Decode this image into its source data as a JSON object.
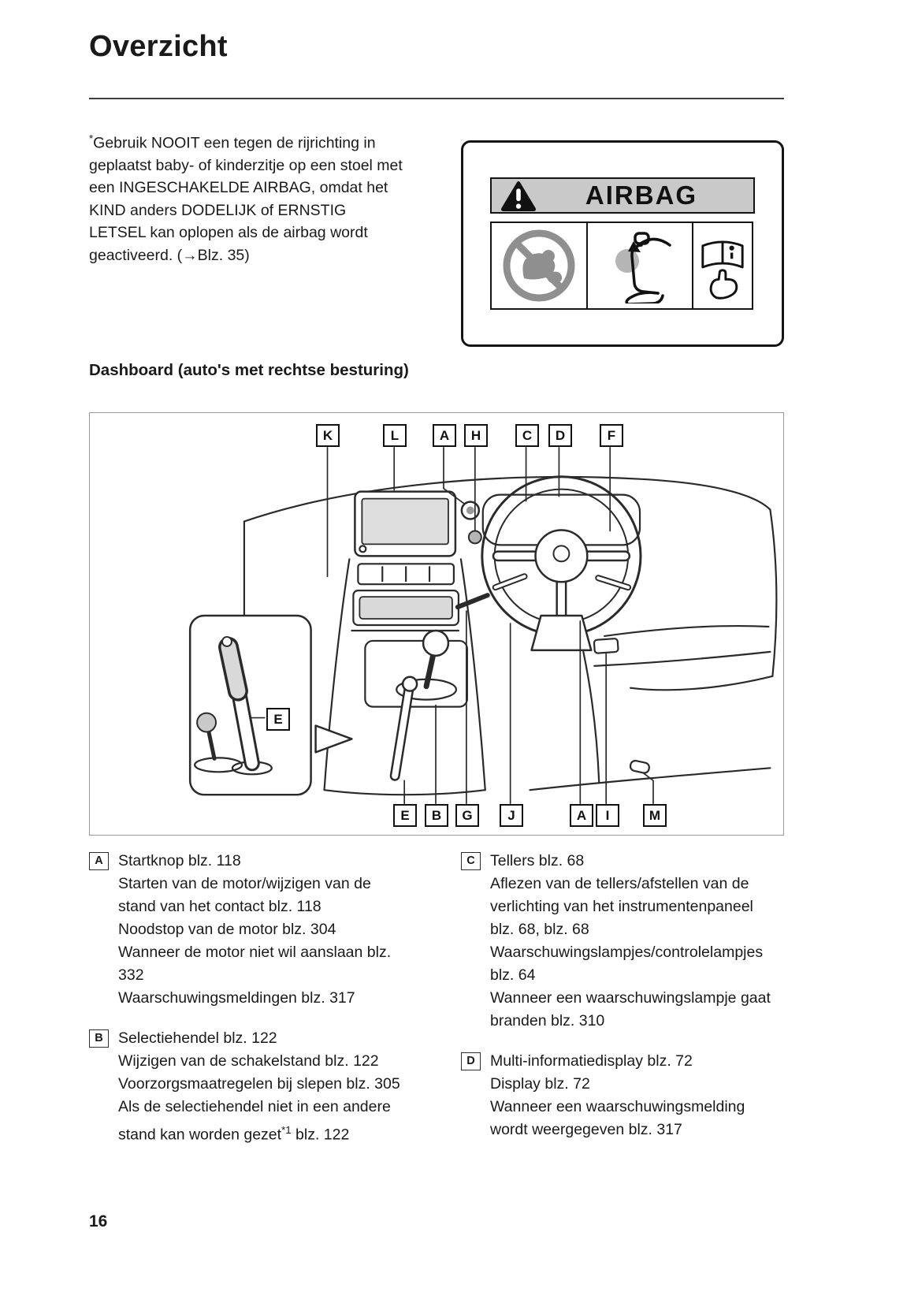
{
  "page": {
    "title": "Overzicht",
    "number": "16"
  },
  "intro": {
    "sup": "*",
    "text": "Gebruik NOOIT een tegen de rijrichting in geplaatst baby- of kinderzitje op een stoel met een INGESCHAKELDE AIRBAG, omdat het KIND anders DODELIJK of ERNSTIG LETSEL kan oplopen als de airbag wordt geactiveerd. (→Blz. 35)"
  },
  "airbag_label": {
    "title": "AIRBAG"
  },
  "section": {
    "subtitle": "Dashboard (auto's met rechtse besturing)"
  },
  "diagram": {
    "top_labels": [
      "K",
      "L",
      "A",
      "H",
      "C",
      "D",
      "F"
    ],
    "bottom_labels": [
      "E",
      "B",
      "G",
      "J",
      "A",
      "I",
      "M"
    ],
    "inset_label": "E"
  },
  "legend": {
    "left": [
      {
        "key": "A",
        "title": "Startknop blz. 118",
        "lines": [
          "Starten van de motor/wijzigen van de stand van het contact blz. 118",
          "Noodstop van de motor blz. 304",
          "Wanneer de motor niet wil aanslaan blz. 332",
          "Waarschuwingsmeldingen blz. 317"
        ]
      },
      {
        "key": "B",
        "title": "Selectiehendel blz. 122",
        "lines": [
          "Wijzigen van de schakelstand blz. 122",
          "Voorzorgsmaatregelen bij slepen blz. 305"
        ],
        "last_line": {
          "pre": "Als de selectiehendel niet in een andere stand kan worden gezet",
          "sup": "*1",
          "post": "blz. 122"
        }
      }
    ],
    "right": [
      {
        "key": "C",
        "title": "Tellers blz. 68",
        "lines": [
          "Aflezen van de tellers/afstellen van de verlichting van het instrumentenpaneel blz. 68, blz. 68",
          "Waarschuwingslampjes/controlelampjes blz. 64",
          "Wanneer een waarschuwingslampje gaat branden blz. 310"
        ]
      },
      {
        "key": "D",
        "title": "Multi-informatiedisplay blz. 72",
        "lines": [
          "Display blz. 72",
          "Wanneer een waarschuwingsmelding wordt weergegeven blz. 317"
        ]
      }
    ]
  },
  "colors": {
    "label_header_bg": "#c9c9c9",
    "line_art": "#2a2a2a",
    "icon_gray": "#8f8f8f"
  },
  "icons": {
    "warning": "warning-triangle-icon",
    "no_child_seat": "no-rearfacing-child-seat-icon",
    "airbag_seat": "seat-airbag-icon",
    "manual": "owners-manual-icon"
  }
}
